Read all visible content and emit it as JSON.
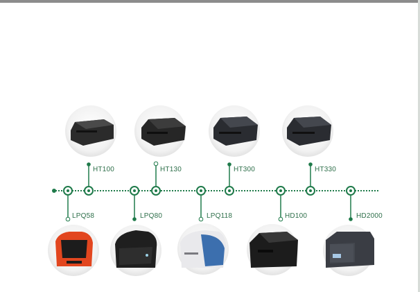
{
  "colors": {
    "accent": "#1f7a4a",
    "top_bar": "#8c8c8c"
  },
  "timeline": {
    "upper_models": [
      {
        "label": "HT100",
        "icon": "label-printer-ht100-icon"
      },
      {
        "label": "HT130",
        "icon": "label-printer-ht130-icon"
      },
      {
        "label": "HT300",
        "icon": "label-printer-ht300-icon"
      },
      {
        "label": "HT330",
        "icon": "label-printer-ht330-icon"
      }
    ],
    "lower_models": [
      {
        "label": "LPQ58",
        "icon": "receipt-printer-lpq58-icon"
      },
      {
        "label": "LPQ80",
        "icon": "receipt-printer-lpq80-icon"
      },
      {
        "label": "LPQ118",
        "icon": "receipt-printer-lpq118-icon"
      },
      {
        "label": "HD100",
        "icon": "label-printer-hd100-icon"
      },
      {
        "label": "HD2000",
        "icon": "industrial-printer-hd2000-icon"
      }
    ]
  }
}
